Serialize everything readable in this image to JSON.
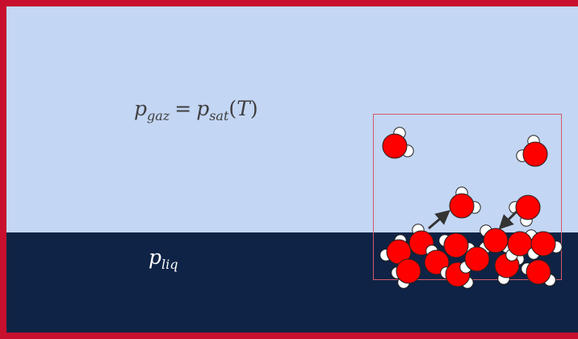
{
  "equation": {
    "lhs_symbol": "p",
    "lhs_sub": "gaz",
    "operator": "=",
    "rhs_symbol": "p",
    "rhs_sub": "sat",
    "rhs_arg": "T"
  },
  "liquid_label": {
    "symbol": "p",
    "sub": "liq"
  },
  "colors": {
    "frame": "#c8102e",
    "gas": "#c3d6f3",
    "liquid": "#0e2345",
    "oxygen": "#ff0000",
    "hydrogen": "#ffffff",
    "arrow": "#333333"
  },
  "molecule_icons": {
    "gas_molecules": "water-molecule",
    "liquid_molecules": "water-molecule",
    "arrows": [
      "evaporation-arrow",
      "condensation-arrow"
    ]
  }
}
